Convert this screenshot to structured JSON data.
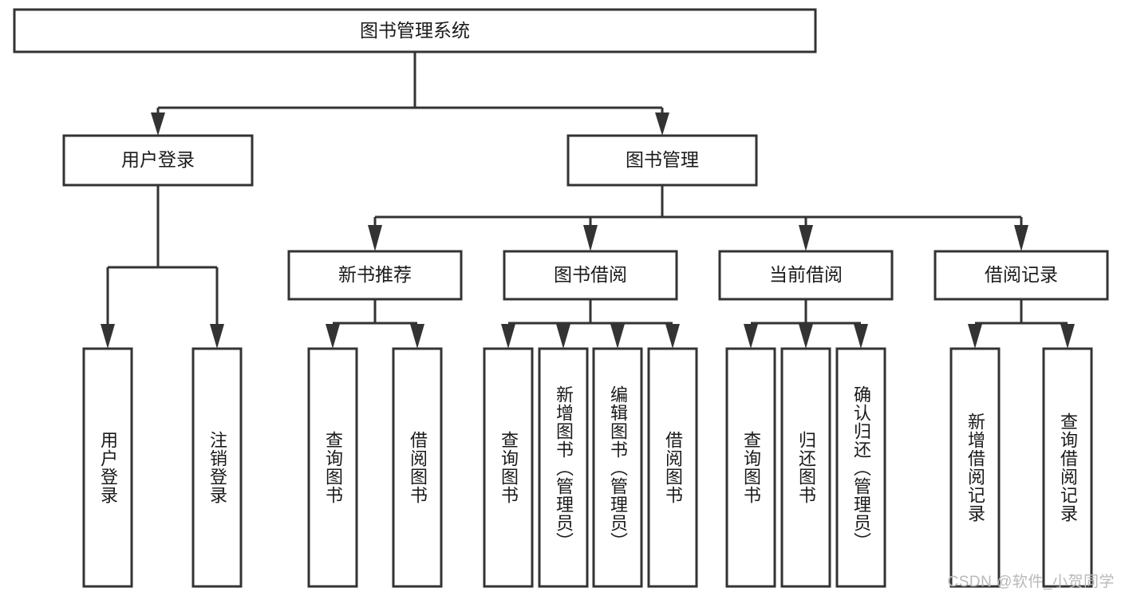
{
  "diagram": {
    "type": "hierarchy-tree",
    "title": "图书管理系统",
    "root": {
      "label": "图书管理系统"
    },
    "level2": [
      {
        "label": "用户登录"
      },
      {
        "label": "图书管理"
      }
    ],
    "level3": [
      {
        "label": "新书推荐"
      },
      {
        "label": "图书借阅"
      },
      {
        "label": "当前借阅"
      },
      {
        "label": "借阅记录"
      }
    ],
    "leaves": {
      "user_login": [
        {
          "label": "用户登录"
        },
        {
          "label": "注销登录"
        }
      ],
      "new_book_recommend": [
        {
          "label": "查询图书"
        },
        {
          "label": "借阅图书"
        }
      ],
      "book_borrow": [
        {
          "label": "查询图书"
        },
        {
          "label": "新增图书（管理员）"
        },
        {
          "label": "编辑图书（管理员）"
        },
        {
          "label": "借阅图书"
        }
      ],
      "current_borrow": [
        {
          "label": "查询图书"
        },
        {
          "label": "归还图书"
        },
        {
          "label": "确认归还（管理员）"
        }
      ],
      "borrow_record": [
        {
          "label": "新增借阅记录"
        },
        {
          "label": "查询借阅记录"
        }
      ]
    }
  },
  "watermark": {
    "text": "CSDN @软件_小贺同学"
  },
  "colors": {
    "stroke": "#333333",
    "fill": "#ffffff",
    "text": "#1a1a1a",
    "watermark": "#b9b9b9"
  }
}
